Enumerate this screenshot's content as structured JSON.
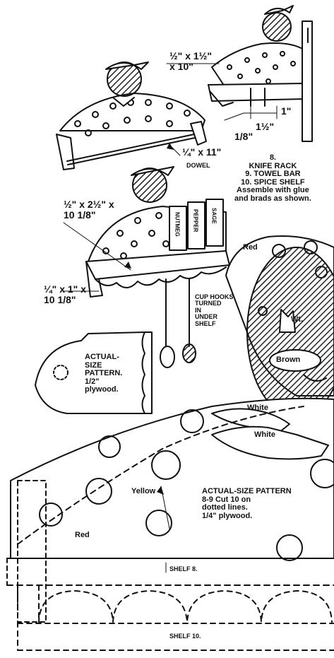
{
  "colors": {
    "ink": "#111111",
    "paper": "#ffffff",
    "hatch": "#222222"
  },
  "labels": {
    "dim_knife_rack": "½\" x 1½\"\nx 10\"",
    "dim_1": "1\"",
    "dim_1half": "1½\"",
    "dim_1_8_top": "1/8\"",
    "dim_dowel": "¼\" x 11\"",
    "dowel": "DOWEL",
    "legend": "8.\nKNIFE RACK\n9. TOWEL BAR\n10. SPICE SHELF\nAssemble with glue\nand brads as shown.",
    "dim_spice": "½\" x 2½\" x\n10 1/8\"",
    "dim_shelf_lip": "¼\" x 1\" x\n10 1/8\"",
    "jar_1": "NUTMEG",
    "jar_2": "PEPPER",
    "jar_3": "SAGE",
    "cup_hooks": "CUP HOOKS\nTURNED\nIN\nUNDER\nSHELF",
    "red_top": "Red",
    "wt": "Wt.",
    "brown": "Brown",
    "white_1": "White",
    "white_2": "White",
    "actual_size_small": "ACTUAL-\nSIZE\nPATTERN.\n1/2\"\nplywood.",
    "yellow": "Yellow",
    "actual_size_large": "ACTUAL-SIZE PATTERN\n8-9 Cut 10 on\ndotted lines.\n1/4\" plywood.",
    "red_bottom": "Red",
    "shelf_8": "SHELF 8.",
    "shelf_10": "SHELF 10."
  }
}
